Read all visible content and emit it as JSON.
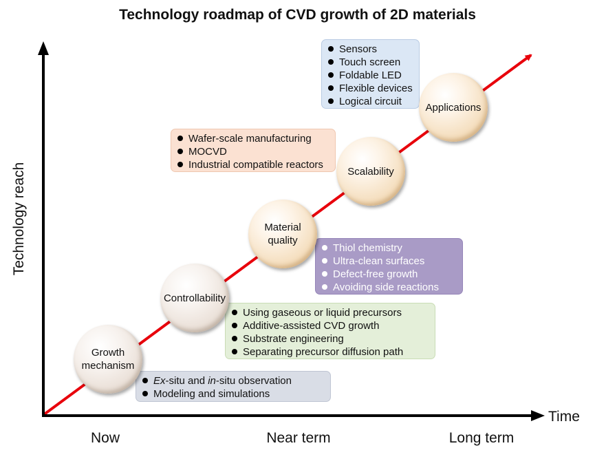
{
  "title": "Technology roadmap of CVD growth of 2D materials",
  "axes": {
    "y_label": "Technology reach",
    "x_label": "Time",
    "x_ticks": [
      "Now",
      "Near term",
      "Long term"
    ]
  },
  "colors": {
    "arrow": "#e8000b",
    "axis": "#000000",
    "blue_box": "#dbe7f5",
    "peach_box": "#fbe1d2",
    "purple_box": "#a99bc6",
    "green_box": "#e4efd9",
    "gray_box": "#d9dde6"
  },
  "stages": [
    {
      "label": "Growth mechanism"
    },
    {
      "label": "Controllability"
    },
    {
      "label": "Material quality"
    },
    {
      "label": "Scalability"
    },
    {
      "label": "Applications"
    }
  ],
  "boxes": {
    "mechanism": [
      "Ex-situ and in-situ observation",
      "Modeling and simulations"
    ],
    "controllability": [
      "Using gaseous or liquid precursors",
      "Additive-assisted CVD growth",
      "Substrate engineering",
      "Separating precursor diffusion path"
    ],
    "quality": [
      "Thiol chemistry",
      "Ultra-clean surfaces",
      "Defect-free growth",
      "Avoiding side reactions"
    ],
    "scalability": [
      "Wafer-scale manufacturing",
      "MOCVD",
      "Industrial compatible reactors"
    ],
    "applications": [
      "Sensors",
      "Touch screen",
      "Foldable LED",
      "Flexible devices",
      "Logical circuit"
    ]
  }
}
